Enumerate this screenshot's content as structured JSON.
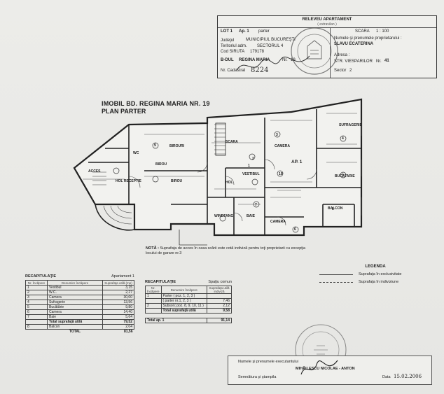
{
  "title_block": {
    "title": "RELEVEU APARTAMENT",
    "subtitle": "( extravilan )",
    "lot_label": "LOT 1",
    "ap_label": "Ap. 1",
    "level": "parter",
    "scale_label": "SCARA",
    "scale": "1 : 100",
    "judet_label": "Judeţul",
    "judet": "MUNICIPIUL BUCUREŞTI",
    "teritoriu_label": "Teritoriul adm.",
    "teritoriu": "SECTORUL 4",
    "siruta_label": "Cod SIRUTA",
    "siruta": "179178",
    "street_prefix": "B-DUL",
    "street": "REGINA MARIA",
    "nr_label": "Nr.",
    "nr": "19",
    "cadastral_label": "Nr. Cadastral",
    "cadastral": "8224",
    "owner_label": "Numele şi prenumele proprietarului :",
    "owner": "SLAVU ECATERINA",
    "address_label": "Adresa :",
    "address_street": "STR. VIESPARILOR",
    "address_nr_label": "Nr.",
    "address_nr": "41",
    "sector_label": "Sector",
    "sector": "2"
  },
  "plan_title": "IMOBIL BD. REGINA MARIA NR. 19",
  "plan_subtitle": "PLAN PARTER",
  "rooms": {
    "birouri": "BIROURI",
    "birou_a": "BIROU",
    "birou_b": "BIROU",
    "hol_receptie": "HOL RECEPTIE",
    "wc": "WC",
    "acces": "ACCES",
    "scara": "SCARA",
    "vestibul": "VESTIBUL",
    "hol": "HOL",
    "camera_a": "CAMERA",
    "camera_b": "CAMERA",
    "sufragerie": "SUFRAGERIE",
    "bucatarie": "BUCATARIE",
    "baie": "BAIE",
    "windfang": "WINDFANG",
    "balcon": "BALCON",
    "ap": "AP. 1",
    "n1": "1",
    "n2": "2",
    "n3": "3",
    "n4": "4",
    "n5": "5",
    "n6": "6",
    "n7": "7",
    "n8": "8",
    "n9": "9",
    "n10": "10"
  },
  "note_prefix": "NOTĂ :",
  "note_text": "Suprafaţa de acces în casa scării este cotă indiviză pentru toţi proprietarii cu excepţia locului de garare nr.3",
  "recap1": {
    "title": "RECAPITULAŢIE",
    "ap_label": "Apartament 1",
    "headers": [
      "Nr. Încăpere",
      "Denumire încăpere",
      "Suprafaţa utilă (mp)"
    ],
    "rows": [
      [
        "1",
        "Vestibul",
        "3,15"
      ],
      [
        "2",
        "W.C.",
        "2,27"
      ],
      [
        "3",
        "Camera",
        "30,00"
      ],
      [
        "4",
        "Sufragerie",
        "13,56"
      ],
      [
        "5",
        "Bucătărie",
        "9,80"
      ],
      [
        "6",
        "Camera",
        "14,40"
      ],
      [
        "7",
        "Baie",
        "5,64"
      ]
    ],
    "util_label": "Total suprafaţă utilă",
    "util_value": "79,52",
    "balcon_row": [
      "8",
      "Balcon",
      "2,04"
    ],
    "total_label": "TOTAL",
    "total_value": "81,56"
  },
  "recap2": {
    "title": "RECAPITULAŢIE",
    "space_label": "Spaţiu comun",
    "headers": [
      "Nr. Încăpere",
      "Denumire încăpere",
      "Suprafaţa utilă indiviză"
    ],
    "rows": [
      [
        "1",
        "Parter  ( poz. 1, 2, 3 )",
        ""
      ],
      [
        "",
        "( parter nr.1, 2, 3 )",
        "7,46"
      ],
      [
        "2",
        "Subsol  ( poz. 8, 9, 10, 11 )",
        "2,12"
      ],
      [
        "",
        "Total suprafaţă utilă",
        "9,58"
      ]
    ],
    "total_label": "Total   ap. 1",
    "total_value": "91,14"
  },
  "legend": {
    "title": "LEGENDA",
    "items": [
      "Suprafaţa în exclusivitate",
      "Suprafaţa în indiviziune"
    ]
  },
  "signature": {
    "executant_label": "Numele şi prenumele executantului",
    "executant": "MIHĂILESCU NICOLAE - ANTON",
    "sign_label": "Semnătura şi ştampila",
    "date_label": "Data",
    "date": "15.02.2006"
  }
}
